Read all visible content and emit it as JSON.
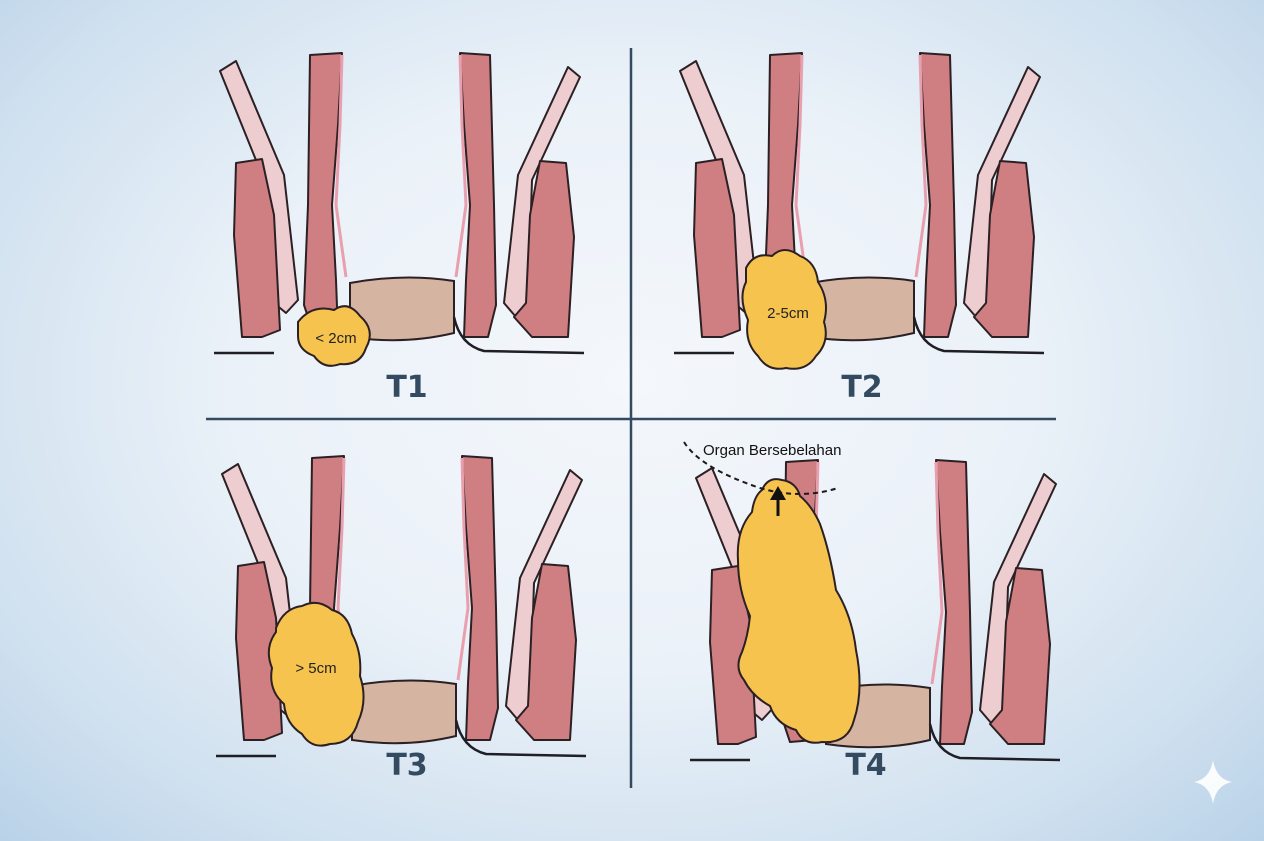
{
  "panels": [
    {
      "stage": "T1",
      "tumor_size": "< 2cm"
    },
    {
      "stage": "T2",
      "tumor_size": "2-5cm"
    },
    {
      "stage": "T3",
      "tumor_size": "> 5cm"
    },
    {
      "stage": "T4",
      "tumor_size": "",
      "annotation": "Organ Bersebelahan"
    }
  ],
  "colors": {
    "muscle": "#cf7f82",
    "levator": "#eecdd1",
    "canal": "#d6b4a2",
    "tumor": "#f7c34f",
    "label": "#334a60"
  },
  "icons": [
    "sparkle-icon",
    "arrow-up-icon"
  ]
}
